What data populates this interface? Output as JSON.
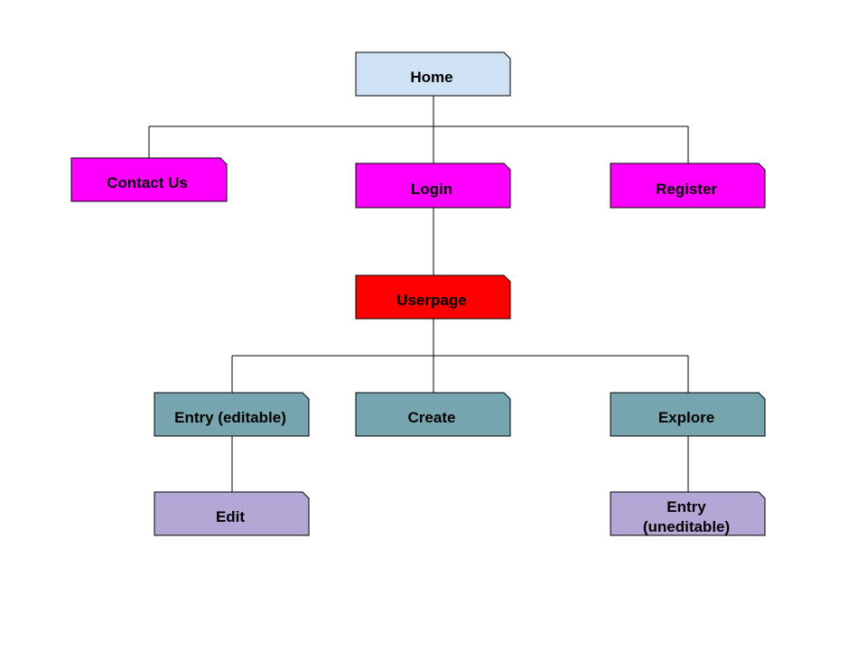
{
  "colors": {
    "home": "#cfe2f3",
    "tier1": "#ff00ff",
    "userpage": "#ff0000",
    "tier3": "#76a5af",
    "tier4": "#b4a7d6"
  },
  "nodes": {
    "home": {
      "label": "Home"
    },
    "contact": {
      "label": "Contact Us"
    },
    "login": {
      "label": "Login"
    },
    "register": {
      "label": "Register"
    },
    "userpage": {
      "label": "Userpage"
    },
    "entry_editable": {
      "label": "Entry (editable)"
    },
    "create": {
      "label": "Create"
    },
    "explore": {
      "label": "Explore"
    },
    "edit": {
      "label": "Edit"
    },
    "entry_uneditable": {
      "label_line1": "Entry",
      "label_line2": "(uneditable)"
    }
  }
}
